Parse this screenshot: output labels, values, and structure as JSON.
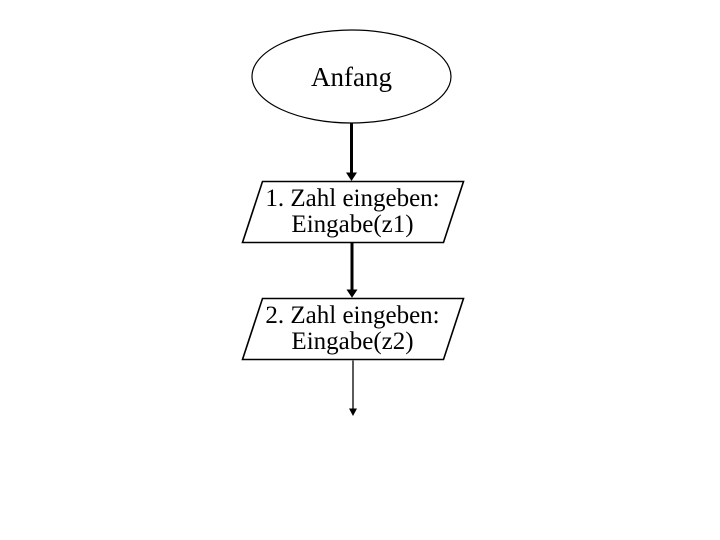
{
  "page": {
    "background_color": "#ffffff"
  },
  "diagram": {
    "type": "flowchart",
    "colors": {
      "stroke": "#000000",
      "text": "#000000",
      "shape_fill": "#ffffff"
    },
    "nodes": [
      {
        "id": "start",
        "shape": "ellipse",
        "lines": [
          "Anfang"
        ]
      },
      {
        "id": "input-1",
        "shape": "parallelogram",
        "lines": [
          "1. Zahl eingeben:",
          "Eingabe(z1)"
        ]
      },
      {
        "id": "input-2",
        "shape": "parallelogram",
        "lines": [
          "2. Zahl eingeben:",
          "Eingabe(z2)"
        ]
      }
    ],
    "connectors": [
      {
        "from": "start",
        "to": "input-1",
        "style": "thick-arrow-down"
      },
      {
        "from": "input-1",
        "to": "input-2",
        "style": "thick-arrow-down"
      },
      {
        "from": "input-2",
        "to": "next-step-offscreen",
        "style": "thin-arrow-down"
      }
    ]
  }
}
